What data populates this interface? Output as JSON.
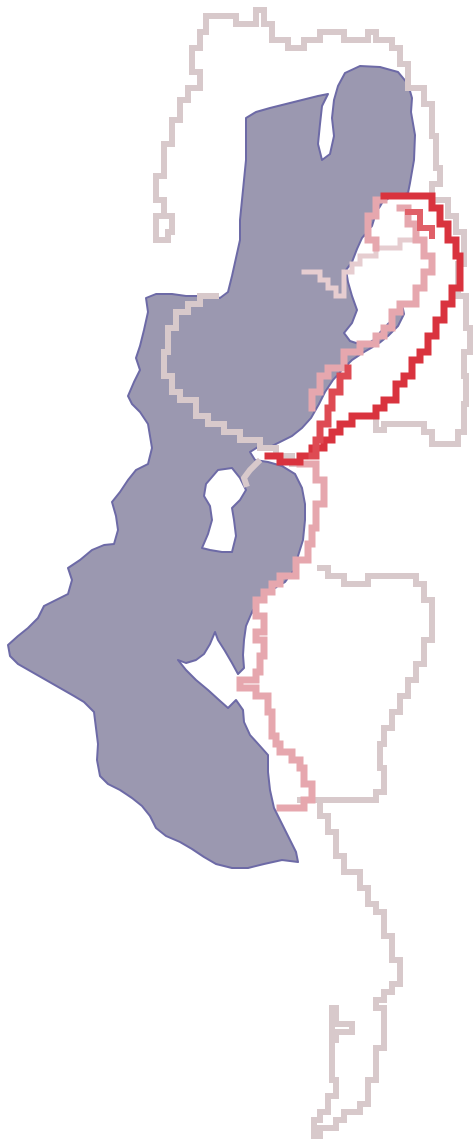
{
  "map": {
    "colors": {
      "region_fill": "#9b98b0",
      "region_stroke": "#6d6aa6",
      "outline_faint": "#d8c9cb",
      "outline_medium": "#e3a2aa",
      "outline_strong": "#d9333e"
    },
    "layers": [
      {
        "id": "filled-region",
        "style": "shaded polygon with dark blue border"
      },
      {
        "id": "grid-outline",
        "style": "pale pink pixelated outline"
      },
      {
        "id": "boundary-highlight",
        "style": "red pixelated boundary"
      }
    ]
  }
}
